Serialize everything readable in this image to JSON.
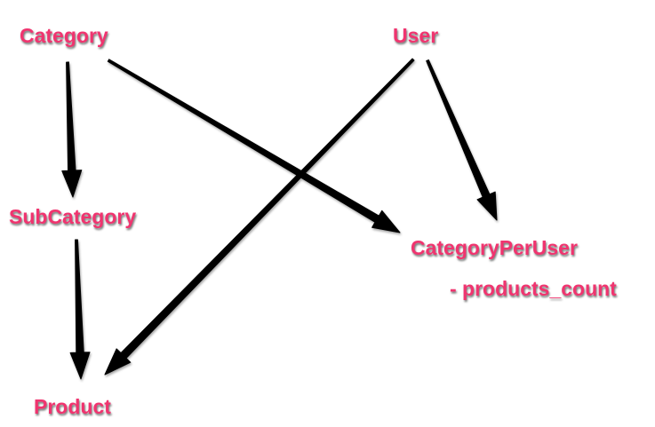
{
  "diagram": {
    "label_color": "#f0346f",
    "arrow_color": "#000000",
    "nodes": {
      "category": "Category",
      "user": "User",
      "subcategory": "SubCategory",
      "category_per_user": "CategoryPerUser",
      "category_per_user_field": "- products_count",
      "product": "Product"
    },
    "edges": [
      {
        "from": "Category",
        "to": "SubCategory"
      },
      {
        "from": "Category",
        "to": "CategoryPerUser"
      },
      {
        "from": "User",
        "to": "CategoryPerUser"
      },
      {
        "from": "User",
        "to": "Product"
      },
      {
        "from": "SubCategory",
        "to": "Product"
      }
    ]
  }
}
